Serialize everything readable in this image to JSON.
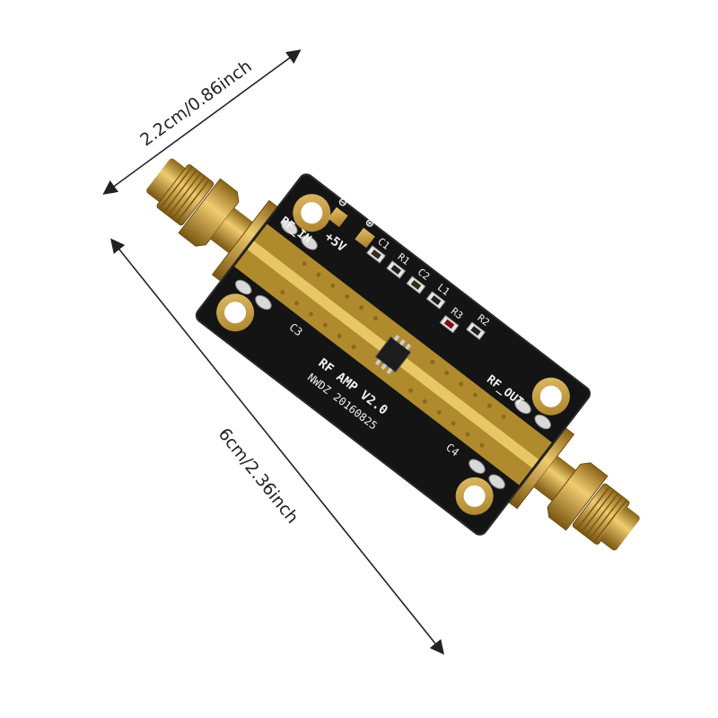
{
  "dimensions": {
    "width_label": "2.2cm/0.86inch",
    "length_label": "6cm/2.36inch"
  },
  "board": {
    "rf_in": "RF_IN",
    "rf_out": "RF_OUT",
    "power": "+5V",
    "minus_symbol": "⊖",
    "plus_symbol": "⊕",
    "title": "RF AMP V2.0",
    "code": "NWDZ 20160825",
    "labels": {
      "c1": "C1",
      "r1": "R1",
      "c2": "C2",
      "c3": "C3",
      "c4": "C4",
      "l1": "L1",
      "r2": "R2",
      "r3": "R3"
    }
  },
  "colors": {
    "pcb": "#141414",
    "gold": "#c9a03c",
    "silkscreen": "#f2f2f2",
    "arrow": "#222222"
  }
}
